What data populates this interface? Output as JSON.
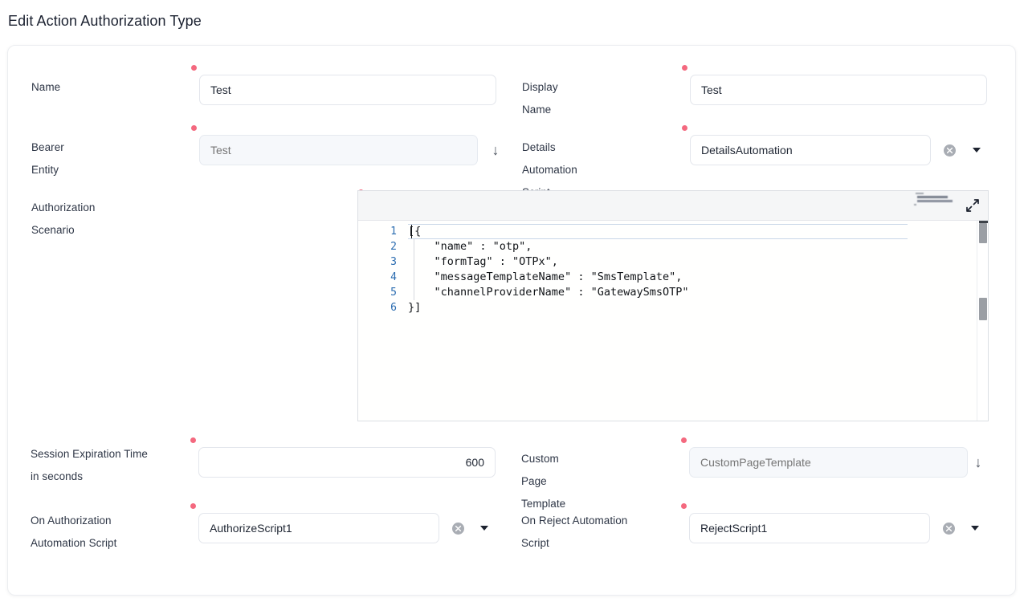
{
  "page": {
    "title": "Edit Action Authorization Type"
  },
  "form": {
    "fields": [
      {
        "key": "name",
        "label": "Name",
        "value": "Test",
        "placeholder": "",
        "required": true,
        "readonly": false,
        "icons": []
      },
      {
        "key": "display_name",
        "label": "Display Name",
        "value": "Test",
        "placeholder": "",
        "required": true,
        "readonly": false,
        "icons": []
      },
      {
        "key": "bearer_entity",
        "label": "Bearer Entity",
        "value": "",
        "placeholder": "Test",
        "required": true,
        "readonly": true,
        "icons": [
          "arrow-down-icon"
        ]
      },
      {
        "key": "details_automation_script",
        "label": "Details Automation Script",
        "value": "DetailsAutomation",
        "placeholder": "",
        "required": true,
        "readonly": false,
        "icons": [
          "clear-icon",
          "caret-down-icon"
        ]
      },
      {
        "key": "authorization_scenario",
        "label": "Authorization Scenario",
        "value": "",
        "placeholder": "",
        "required": true,
        "readonly": false,
        "icons": [
          "expand-icon"
        ]
      },
      {
        "key": "session_expiration_time",
        "label": "Session Expiration Time\nin seconds",
        "value": "600",
        "placeholder": "",
        "required": true,
        "readonly": false,
        "icons": []
      },
      {
        "key": "custom_page_template",
        "label": "Custom Page Template",
        "value": "",
        "placeholder": "CustomPageTemplate",
        "required": true,
        "readonly": true,
        "icons": [
          "arrow-down-icon"
        ]
      },
      {
        "key": "on_authorization_automation_script",
        "label": "On Authorization\nAutomation Script",
        "value": "AuthorizeScript1",
        "placeholder": "",
        "required": true,
        "readonly": false,
        "icons": [
          "clear-icon",
          "caret-down-icon"
        ]
      },
      {
        "key": "on_reject_automation_script",
        "label": "On Reject Automation\nScript",
        "value": "RejectScript1",
        "placeholder": "",
        "required": true,
        "readonly": false,
        "icons": [
          "clear-icon",
          "caret-down-icon"
        ]
      }
    ]
  },
  "editor": {
    "language": "json",
    "line_numbers": [
      "1",
      "2",
      "3",
      "4",
      "5",
      "6"
    ],
    "lines": [
      "[{",
      "    \"name\" : \"otp\",",
      "    \"formTag\" : \"OTPx\",",
      "    \"messageTemplateName\" : \"SmsTemplate\",",
      "    \"channelProviderName\" : \"GatewaySmsOTP\"",
      "}]"
    ],
    "content": "[{\n    \"name\" : \"otp\",\n    \"formTag\" : \"OTPx\",\n    \"messageTemplateName\" : \"SmsTemplate\",\n    \"channelProviderName\" : \"GatewaySmsOTP\"\n}]",
    "expand_tooltip": "Expand"
  },
  "colors": {
    "required_dot": "#f4697f",
    "title_text": "#1b2130",
    "label_text": "#2e3646",
    "input_border": "#e3e6ec",
    "input_text": "#1f2633",
    "readonly_bg": "#f6f8fb",
    "placeholder_text": "#98a2b3",
    "line_number": "#2b6cb0",
    "code_text": "#111418",
    "editor_toolbar_bg": "#f5f6f7",
    "scrollbar_thumb": "#9b9fa5"
  }
}
